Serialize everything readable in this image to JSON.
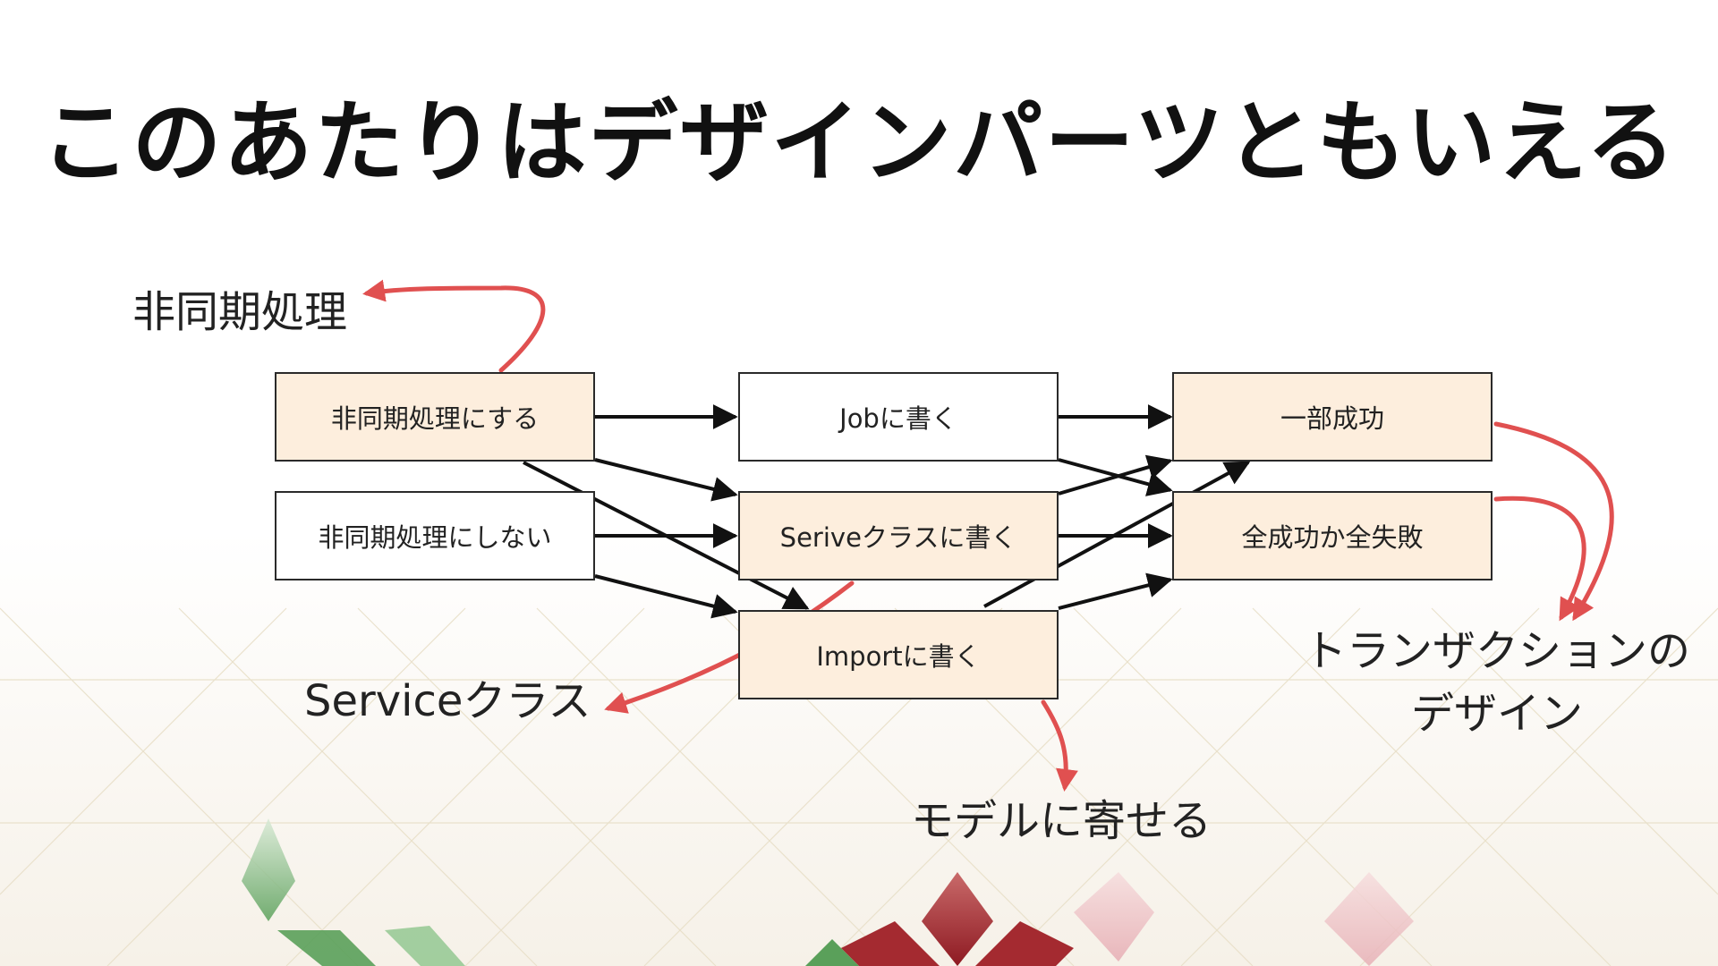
{
  "title": "このあたりはデザインパーツともいえる",
  "boxes": {
    "async_on": "非同期処理にする",
    "async_off": "非同期処理にしない",
    "job": "Jobに書く",
    "service": "Seriveクラスに書く",
    "import": "Importに書く",
    "partial": "一部成功",
    "all_or_none": "全成功か全失敗"
  },
  "annotations": {
    "async": "非同期処理",
    "service": "Serviceクラス",
    "model": "モデルに寄せる",
    "transaction_line1": "トランザクションの",
    "transaction_line2": "デザイン"
  },
  "colors": {
    "box_fill": "#fdeedd",
    "annotation_arrow": "#e05050",
    "edge": "#111111"
  }
}
